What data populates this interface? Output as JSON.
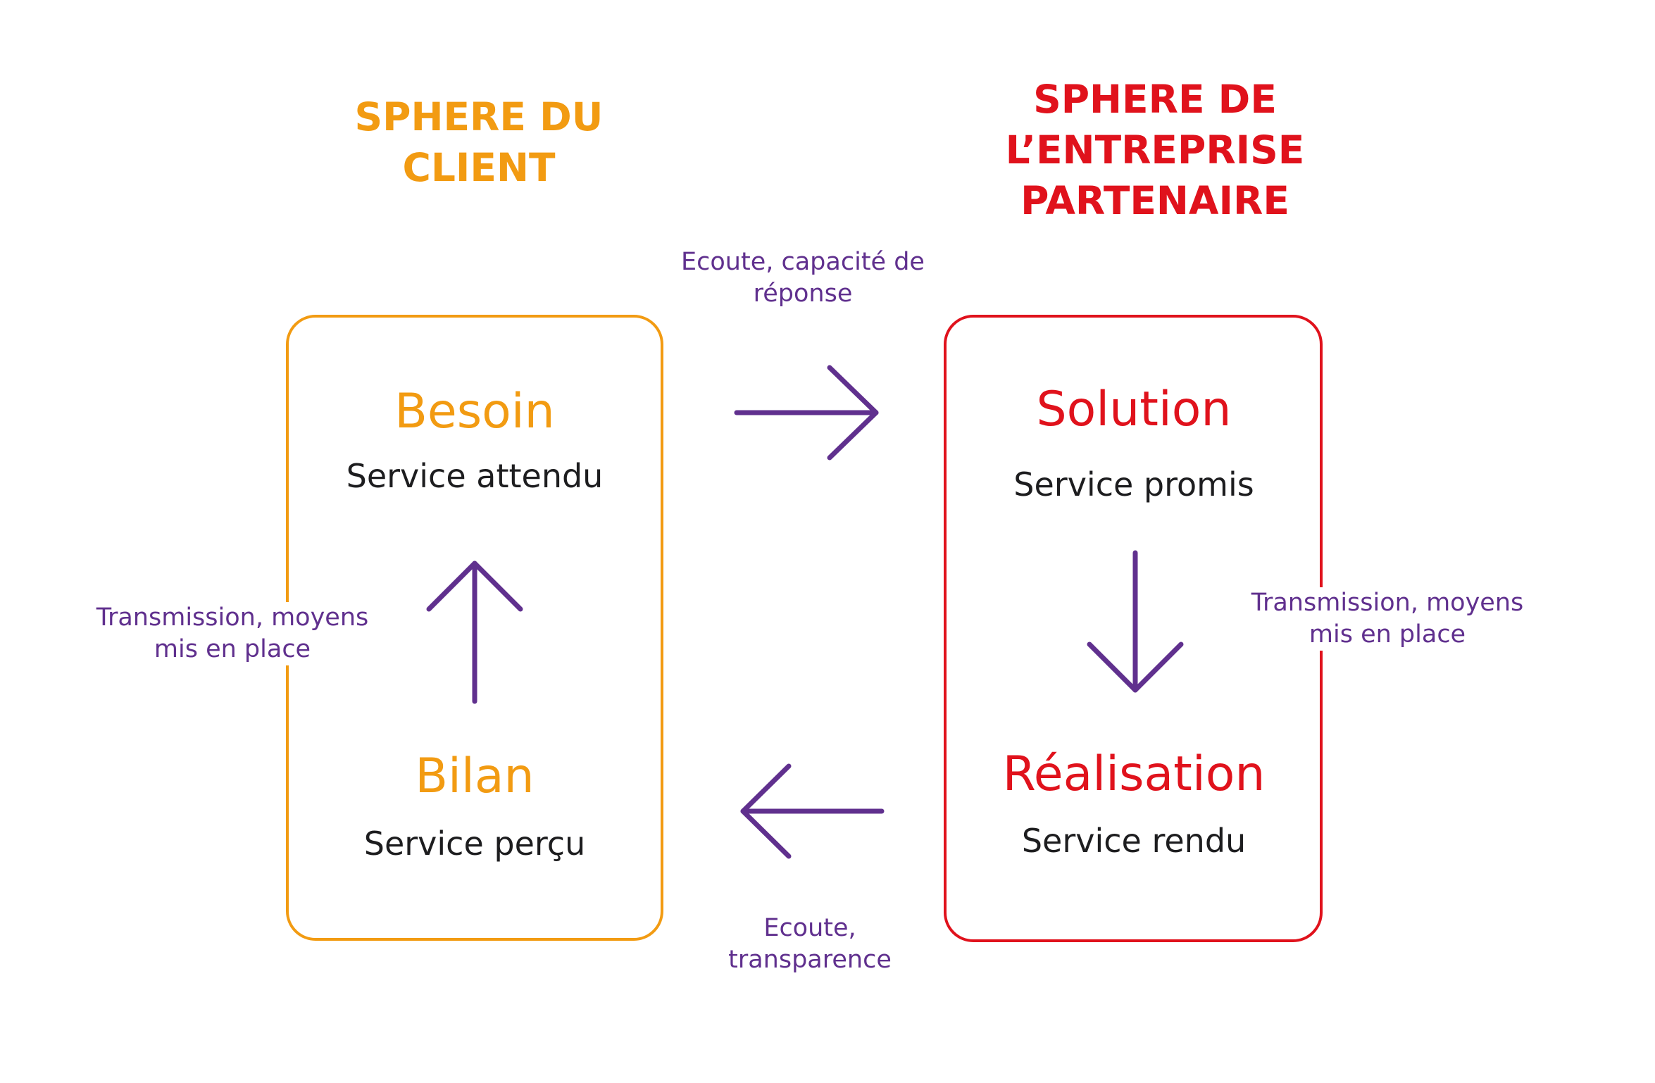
{
  "colors": {
    "client": "#f29b12",
    "partner": "#e0121c",
    "flow": "#60308e",
    "text": "#1d1d1f"
  },
  "spheres": {
    "client": {
      "title": "SPHERE DU\nCLIENT"
    },
    "partner": {
      "title": "SPHERE DE\nL’ENTREPRISE\nPARTENAIRE"
    }
  },
  "client_box": {
    "top": {
      "heading": "Besoin",
      "subtitle": "Service attendu"
    },
    "bottom": {
      "heading": "Bilan",
      "subtitle": "Service perçu"
    }
  },
  "partner_box": {
    "top": {
      "heading": "Solution",
      "subtitle": "Service promis"
    },
    "bottom": {
      "heading": "Réalisation",
      "subtitle": "Service rendu"
    }
  },
  "flows": {
    "besoin_to_solution": {
      "label": "Ecoute, capacité de\nréponse",
      "icon": "arrow-right-icon"
    },
    "solution_to_realisation": {
      "label": "Transmission, moyens\nmis en place",
      "icon": "arrow-down-icon"
    },
    "realisation_to_bilan": {
      "label": "Ecoute,\ntransparence",
      "icon": "arrow-left-icon"
    },
    "bilan_to_besoin": {
      "label": "Transmission, moyens\nmis en place",
      "icon": "arrow-up-icon"
    }
  }
}
